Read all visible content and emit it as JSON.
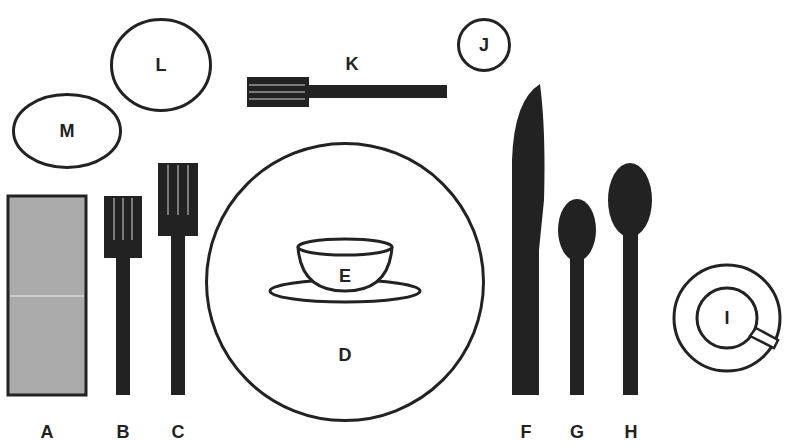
{
  "diagram": {
    "nodes": [
      {
        "text": [
          "L"
        ]
      },
      {
        "text": [
          "J"
        ]
      },
      {
        "text": [
          "M"
        ]
      },
      {
        "text": [
          "D"
        ]
      },
      {
        "text": [
          "E"
        ],
        "in": 3
      },
      {
        "text": [
          "I"
        ]
      }
    ],
    "labels": [
      "K",
      "A",
      "B",
      "C",
      "F",
      "G",
      "H"
    ]
  }
}
